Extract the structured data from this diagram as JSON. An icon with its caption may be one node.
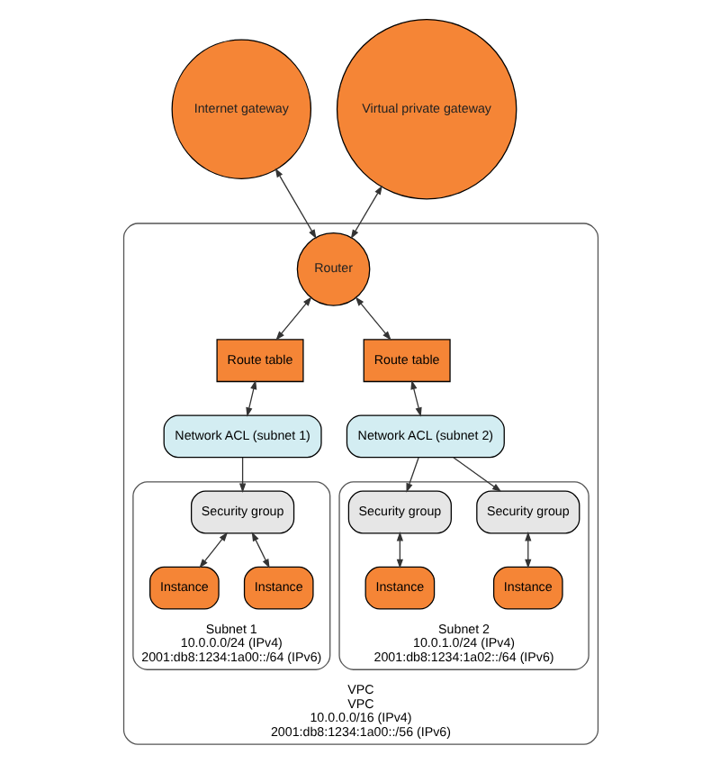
{
  "diagram": {
    "nodes": [
      {
        "text": [
          "VPC",
          "VPC",
          "10.0.0.0/16 (IPv4)",
          "2001:db8:1234:1a00::/56 (IPv6)"
        ]
      },
      {
        "text": [
          "Internet gateway"
        ]
      },
      {
        "text": [
          "Virtual private gateway"
        ]
      },
      {
        "text": [
          "Router"
        ],
        "in": 0
      },
      {
        "text": [
          "Route table"
        ],
        "in": 0
      },
      {
        "text": [
          "Route table"
        ],
        "in": 0
      },
      {
        "text": [
          "Network ACL (subnet 1)"
        ],
        "in": 0
      },
      {
        "text": [
          "Network ACL (subnet 2)"
        ],
        "in": 0
      },
      {
        "text": [
          "Subnet 1",
          "10.0.0.0/24 (IPv4)",
          "2001:db8:1234:1a00::/64 (IPv6)"
        ],
        "in": 0
      },
      {
        "text": [
          "Security group"
        ],
        "in": 8
      },
      {
        "text": [
          "Instance"
        ],
        "in": 8
      },
      {
        "text": [
          "Instance"
        ],
        "in": 8
      },
      {
        "text": [
          "Subnet 2",
          "10.0.1.0/24 (IPv4)",
          "2001:db8:1234:1a02::/64 (IPv6)"
        ],
        "in": 0
      },
      {
        "text": [
          "Security group"
        ],
        "in": 12
      },
      {
        "text": [
          "Security group"
        ],
        "in": 12
      },
      {
        "text": [
          "Instance"
        ],
        "in": 12
      },
      {
        "text": [
          "Instance"
        ],
        "in": 12
      }
    ],
    "edges": [
      {
        "from": 1,
        "to": 3,
        "arrow": "both"
      },
      {
        "from": 2,
        "to": 3,
        "arrow": "both"
      },
      {
        "from": 3,
        "to": 4,
        "arrow": "both"
      },
      {
        "from": 3,
        "to": 5,
        "arrow": "both"
      },
      {
        "from": 4,
        "to": 6,
        "arrow": "both"
      },
      {
        "from": 5,
        "to": 7,
        "arrow": "both"
      },
      {
        "from": 6,
        "to": 9,
        "arrow": "to"
      },
      {
        "from": 7,
        "to": 13,
        "arrow": "to"
      },
      {
        "from": 7,
        "to": 14,
        "arrow": "to"
      },
      {
        "from": 9,
        "to": 10,
        "arrow": "both"
      },
      {
        "from": 9,
        "to": 11,
        "arrow": "both"
      },
      {
        "from": 13,
        "to": 15,
        "arrow": "both"
      },
      {
        "from": 14,
        "to": 16,
        "arrow": "both"
      }
    ]
  }
}
